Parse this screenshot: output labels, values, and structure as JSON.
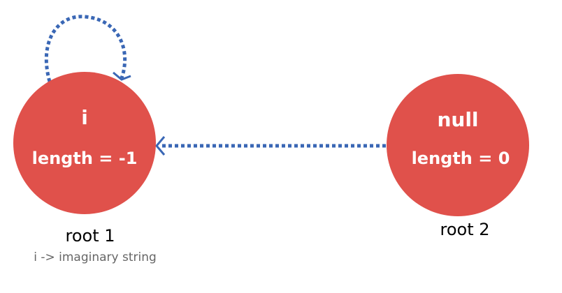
{
  "diagram": {
    "colors": {
      "node_fill": "#e0514b",
      "edge": "#3a67b5",
      "node_text": "#ffffff",
      "label_text": "#000000",
      "note_text": "#666666"
    },
    "nodes": [
      {
        "id": "root-1",
        "title": "i",
        "length_label": "length = -1",
        "root_label": "root 1",
        "note": "i -> imaginary string"
      },
      {
        "id": "root-2",
        "title": "null",
        "length_label": "length = 0",
        "root_label": "root 2"
      }
    ],
    "edges": [
      {
        "from": "root-1",
        "to": "root-1",
        "style": "dotted",
        "kind": "self-loop"
      },
      {
        "from": "root-2",
        "to": "root-1",
        "style": "dotted",
        "kind": "suffix-link"
      }
    ]
  }
}
